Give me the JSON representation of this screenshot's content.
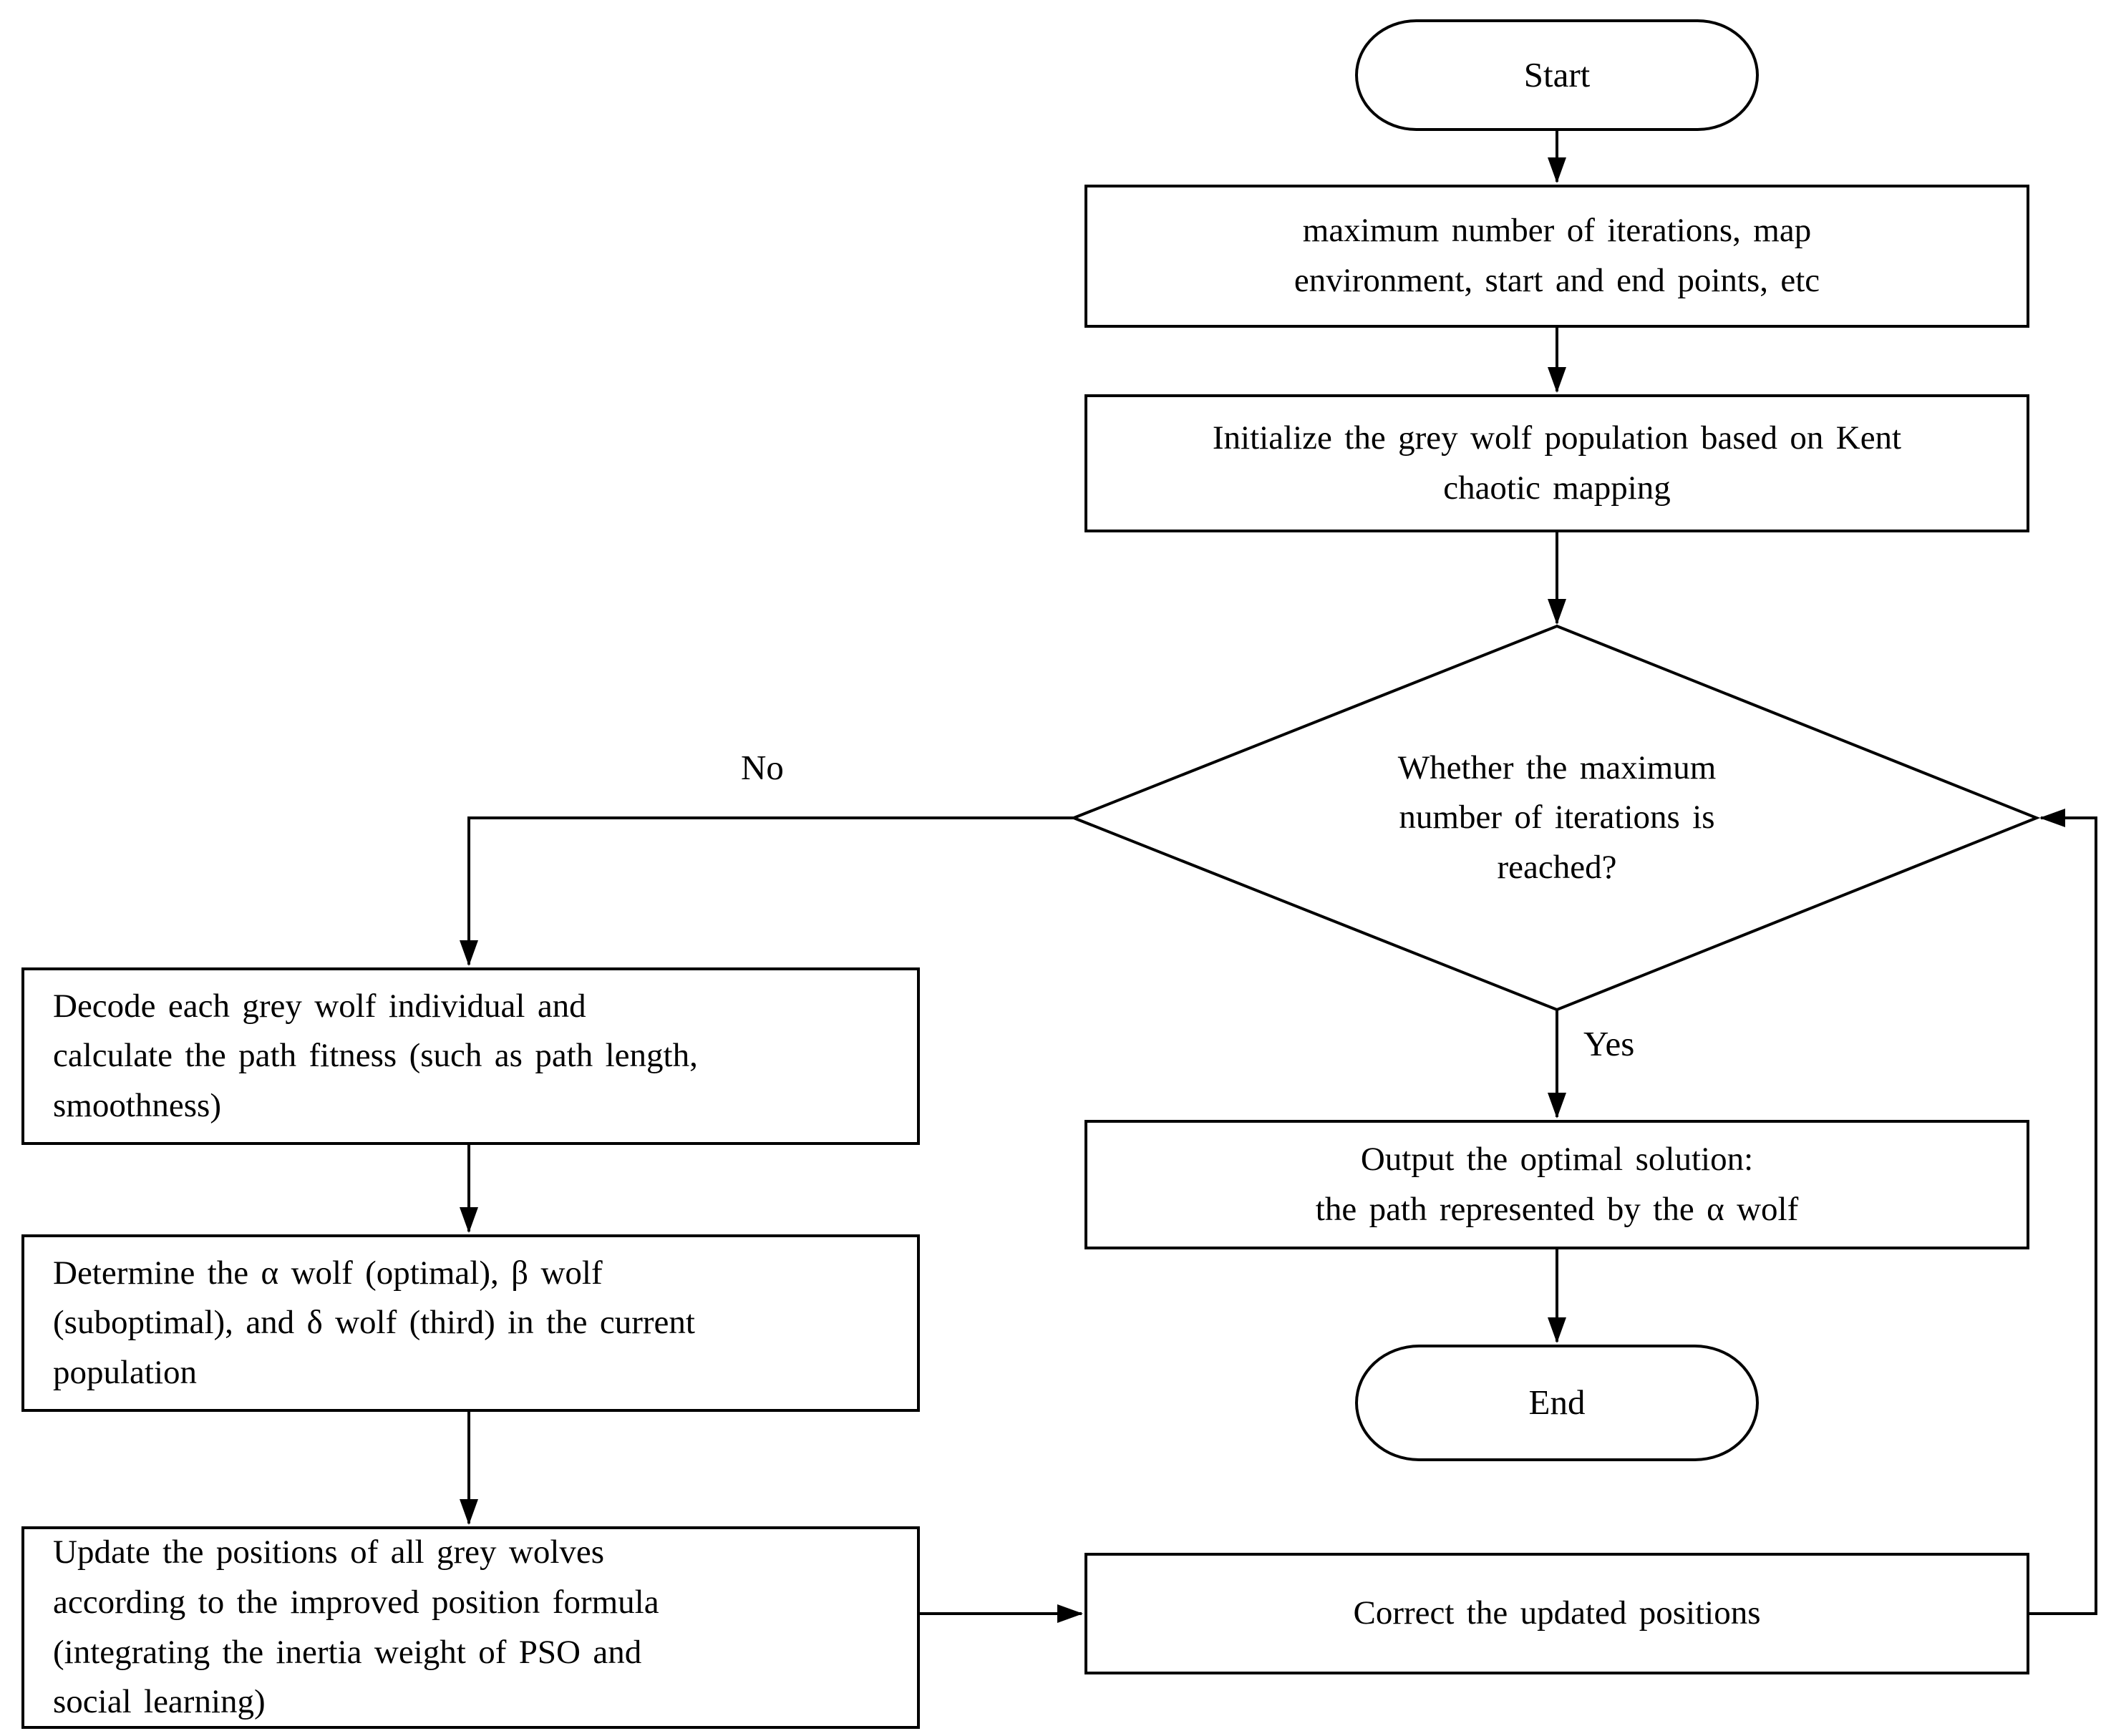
{
  "colors": {
    "stroke": "#000000",
    "background": "#ffffff"
  },
  "nodes": {
    "start": "Start",
    "input_parameters": "maximum number of iterations, map\nenvironment, start and end points, etc",
    "initialize": "Initialize the grey wolf population based on Kent\nchaotic mapping",
    "decision": "Whether the maximum\nnumber of iterations is\nreached?",
    "decode": "Decode each grey wolf individual and\ncalculate the path fitness (such as path length,\nsmoothness)",
    "determine": "Determine the α wolf (optimal), β wolf\n(suboptimal), and δ wolf (third) in the current\npopulation",
    "update": "Update the positions of all grey wolves\naccording to the improved position formula\n(integrating the inertia weight of PSO and\nsocial learning)",
    "output": "Output the optimal solution:\nthe path represented by the α wolf",
    "end": "End",
    "correct": "Correct the updated positions"
  },
  "edge_labels": {
    "no": "No",
    "yes": "Yes"
  }
}
